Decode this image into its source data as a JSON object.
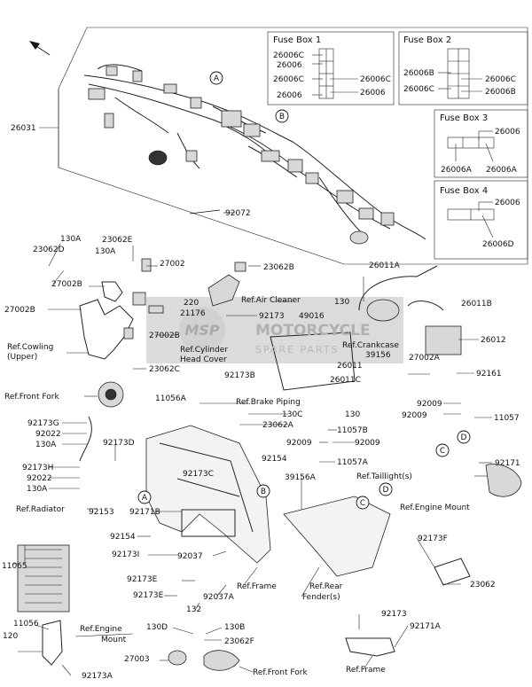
{
  "fuse_boxes": [
    {
      "title": "Fuse Box 1",
      "labels_left": [
        "26006C",
        "26006",
        "26006C",
        "26006"
      ],
      "labels_right": [
        "26006C",
        "26006"
      ]
    },
    {
      "title": "Fuse Box 2",
      "labels_left": [
        "26006B",
        "26006C"
      ],
      "labels_right": [
        "26006C",
        "26006B"
      ]
    },
    {
      "title": "Fuse Box 3",
      "labels_top": [
        "26006"
      ],
      "labels_bottom": [
        "26006A",
        "26006A"
      ]
    },
    {
      "title": "Fuse Box 4",
      "labels_top": [
        "26006"
      ],
      "labels_bottom": [
        "26006D"
      ]
    }
  ],
  "callout_letters": {
    "a": "A",
    "b": "B",
    "c": "C",
    "d": "D"
  },
  "watermark": {
    "main": "MOTORCYCLE",
    "sub": "SPARE PARTS",
    "logo": "MSP"
  },
  "parts": {
    "harness": "26031",
    "clip_92072": "92072",
    "p130A_top": "130A",
    "p23062D": "23062D",
    "p23062E": "23062E",
    "p130A_b": "130A",
    "p27002_top": "27002",
    "p27002B_a": "27002B",
    "p27002B_b": "27002B",
    "p23062B": "23062B",
    "ref_air_cleaner": "Ref.Air Cleaner",
    "p220": "220",
    "p21176": "21176",
    "p92173_mid": "92173",
    "p49016": "49016",
    "p130_mid": "130",
    "ref_cowling_upper_1": "Ref.Cowling",
    "ref_cowling_upper_2": "(Upper)",
    "p27002B_c": "27002B",
    "p23062C": "23062C",
    "ref_cyl_head_1": "Ref.Cylinder",
    "ref_cyl_head_2": "Head Cover",
    "p92173B": "92173B",
    "p26011A": "26011A",
    "p26011B": "26011B",
    "p26012": "26012",
    "ref_crankcase": "Ref.Crankcase",
    "p39156": "39156",
    "p26011": "26011",
    "p26011C": "26011C",
    "p27002A": "27002A",
    "p92161": "92161",
    "ref_front_fork_top": "Ref.Front Fork",
    "p11056A": "11056A",
    "ref_brake_piping": "Ref.Brake Piping",
    "p130_b": "130",
    "p92009_a": "92009",
    "p92009_b": "92009",
    "p11057": "11057",
    "p92173G": "92173G",
    "p92022_a": "92022",
    "p130A_c": "130A",
    "p130C": "130C",
    "p23062A": "23062A",
    "p11057B": "11057B",
    "p92009_c": "92009",
    "p92009_d": "92009",
    "p92173D": "92173D",
    "p92171": "92171",
    "p92173H": "92173H",
    "p92022_b": "92022",
    "p130A_d": "130A",
    "p92173C": "92173C",
    "p92154_a": "92154",
    "p11057A": "11057A",
    "p39156A": "39156A",
    "ref_taillight": "Ref.Taillight(s)",
    "ref_radiator": "Ref.Radiator",
    "p92153": "92153",
    "p92171B": "92171B",
    "p92154_b": "92154",
    "ref_engine_mount_r": "Ref.Engine Mount",
    "p92173I": "92173I",
    "p92037": "92037",
    "p92173F": "92173F",
    "p11065": "11065",
    "p92173E_a": "92173E",
    "p92037A": "92037A",
    "ref_frame_mid": "Ref.Frame",
    "ref_rear_fender_1": "Ref.Rear",
    "ref_rear_fender_2": "Fender(s)",
    "p92173E_b": "92173E",
    "p23062_r": "23062",
    "p132": "132",
    "p11056": "11056",
    "ref_engine_mount_l_1": "Ref.Engine",
    "ref_engine_mount_l_2": "Mount",
    "p120": "120",
    "p130D": "130D",
    "p130B": "130B",
    "p23062F": "23062F",
    "p92173_bot": "92173",
    "p92171A": "92171A",
    "p27003": "27003",
    "p92173A": "92173A",
    "ref_front_fork_bot": "Ref.Front Fork",
    "ref_frame_bot": "Ref.Frame"
  }
}
